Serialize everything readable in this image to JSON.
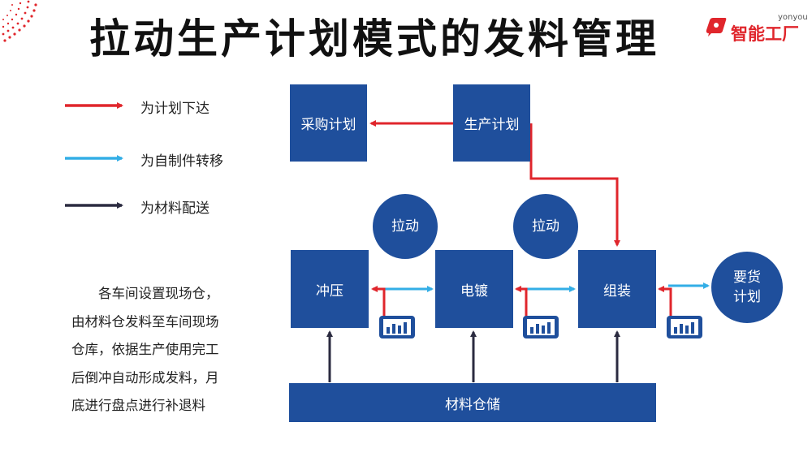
{
  "title": "拉动生产计划模式的发料管理",
  "brand": {
    "name": "智能工厂",
    "sub": "yonyou"
  },
  "legend": [
    {
      "label": "为计划下达",
      "color": "#e0262c"
    },
    {
      "label": "为自制件转移",
      "color": "#33aee6"
    },
    {
      "label": "为材料配送",
      "color": "#2b2b40"
    }
  ],
  "nodes": {
    "purchase_plan": "采购计划",
    "production_plan": "生产计划",
    "pull_1": "拉动",
    "pull_2": "拉动",
    "stamping": "冲压",
    "plating": "电镀",
    "assembly": "组装",
    "demand_plan": "要货计划",
    "material_storage": "材料仓储"
  },
  "note": {
    "lines": [
      "各车间设置现场仓，",
      "由材料仓发料至车间现场",
      "仓库，依据生产使用完工",
      "后倒冲自动形成发料，月",
      "底进行盘点进行补退料"
    ]
  },
  "colors": {
    "box": "#1f4f9c",
    "plan": "#e0262c",
    "transfer": "#33aee6",
    "material": "#2b2b40"
  }
}
